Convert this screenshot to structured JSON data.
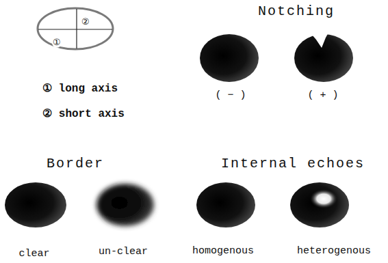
{
  "diagram": {
    "labels": [
      "①",
      "②",
      "① long axis",
      "② short axis",
      "Notching",
      "( − )",
      "( + )",
      "Border",
      "clear",
      "un-clear",
      "Internal echoes",
      "homogenous",
      "heterogenous"
    ]
  }
}
